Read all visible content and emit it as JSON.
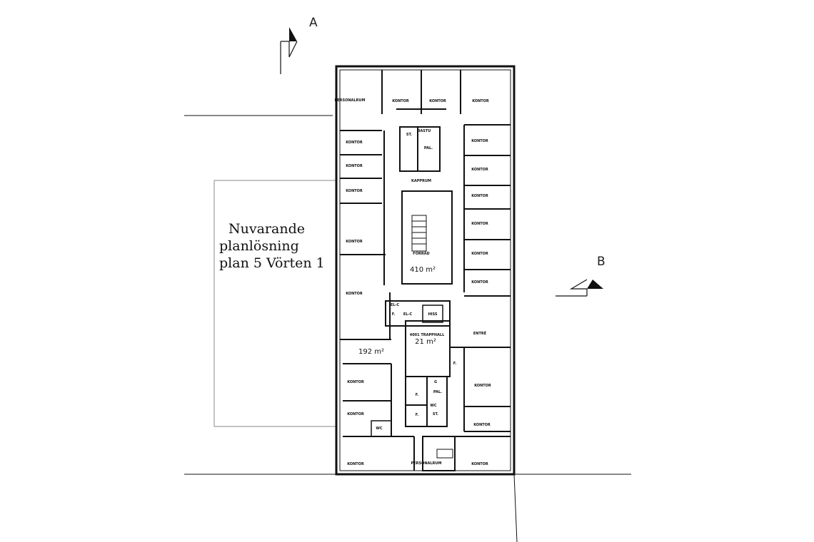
{
  "title": {
    "line1": "Nuvarande",
    "line2": "planlösning",
    "line3": "plan 5 Vörten 1"
  },
  "section_markers": {
    "a": "A",
    "b": "B"
  },
  "areas": {
    "main": "410 m²",
    "stair": "21 m²",
    "west": "192 m²"
  },
  "rooms": {
    "personalrum": "PERSONALRUM",
    "kontor": "KONTOR",
    "st": "ST.",
    "bastu": "BASTU",
    "pal": "PAL.",
    "kapprum": "KAPPRUM",
    "forrad": "FÖRRÅD",
    "elc": "EL-C",
    "f": "F.",
    "hiss": "HISS",
    "entre": "ENTRÉ",
    "trapphall": "4001 TRAPPHALL",
    "g": "G",
    "wc": "WC"
  }
}
